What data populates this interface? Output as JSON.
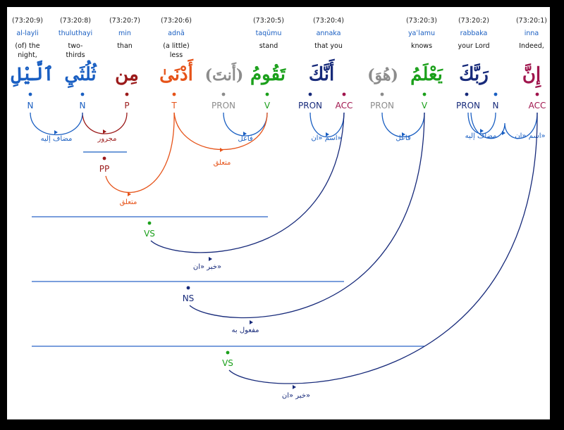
{
  "colors": {
    "green": "#1ba01b",
    "blue": "#1a5fc2",
    "navy": "#172a7a",
    "crimson": "#a0154d",
    "darkred": "#9b1a1a",
    "orange": "#e65319",
    "gray": "#8c8c8c",
    "line_blue": "#2a63c8"
  },
  "words": [
    {
      "ref": "(73:20:1)",
      "translit": "inna",
      "gloss": "Indeed,",
      "gloss2": "",
      "arabic": "إِنَّ",
      "arabic_color": "crimson"
    },
    {
      "ref": "(73:20:2)",
      "translit": "rabbaka",
      "gloss": "your Lord",
      "gloss2": "",
      "arabic": "رَبَّكَ",
      "arabic_color": "blue"
    },
    {
      "ref": "(73:20:3)",
      "translit": "yaʿlamu",
      "gloss": "knows",
      "gloss2": "",
      "arabic": "يَعْلَمُ",
      "arabic_color": "green"
    },
    {
      "ref": "(73:20:4)",
      "translit": "annaka",
      "gloss": "that you",
      "gloss2": "",
      "arabic": "أَنَّكَ",
      "arabic_color": "navy"
    },
    {
      "ref": "(73:20:5)",
      "translit": "taqūmu",
      "gloss": "stand",
      "gloss2": "",
      "arabic": "تَقُومُ",
      "arabic_color": "green"
    },
    {
      "ref": "(73:20:6)",
      "translit": "adnā",
      "gloss": "(a little)",
      "gloss2": "less",
      "arabic": "أَدْنَىٰ",
      "arabic_color": "orange"
    },
    {
      "ref": "(73:20:7)",
      "translit": "min",
      "gloss": "than",
      "gloss2": "",
      "arabic": "مِن",
      "arabic_color": "darkred"
    },
    {
      "ref": "(73:20:8)",
      "translit": "thuluthayi",
      "gloss": "two-",
      "gloss2": "thirds",
      "arabic": "ثُلُثَيِ",
      "arabic_color": "blue"
    },
    {
      "ref": "(73:20:9)",
      "translit": "al-layli",
      "gloss": "(of) the",
      "gloss2": "night,",
      "arabic": "ٱلَّيْلِ",
      "arabic_color": "blue"
    }
  ],
  "hidden_pronouns": [
    {
      "arabic": "(هُوَ)",
      "tag": "PRON"
    },
    {
      "arabic": "(أَنتَ)",
      "tag": "PRON"
    }
  ],
  "tags": [
    {
      "label": "ACC",
      "color": "crimson"
    },
    {
      "label": "N",
      "color": "blue"
    },
    {
      "label": "PRON",
      "color": "navy"
    },
    {
      "label": "V",
      "color": "green"
    },
    {
      "label": "PRON",
      "color": "gray"
    },
    {
      "label": "ACC",
      "color": "crimson"
    },
    {
      "label": "PRON",
      "color": "navy"
    },
    {
      "label": "V",
      "color": "green"
    },
    {
      "label": "PRON",
      "color": "gray"
    },
    {
      "label": "T",
      "color": "orange"
    },
    {
      "label": "P",
      "color": "darkred"
    },
    {
      "label": "N",
      "color": "blue"
    },
    {
      "label": "N",
      "color": "blue"
    }
  ],
  "relations": {
    "ism_inna": "اسم «ان»",
    "mudaf_ilayh_1": "مضاف إليه",
    "fail_1": "فاعل",
    "ism_anna": "اسم «ان»",
    "fail_2": "فاعل",
    "mutaalliq_1": "متعلق",
    "majrur": "مجرور",
    "mudaf_ilayh_2": "مضاف إليه",
    "mutaalliq_2": "متعلق",
    "khabar_anna": "خبر «ان»",
    "mafool_bihi": "مفعول به",
    "khabar_inna": "خبر «ان»"
  },
  "phrase_nodes": [
    {
      "label": "PP",
      "color": "darkred"
    },
    {
      "label": "VS",
      "color": "green"
    },
    {
      "label": "NS",
      "color": "navy"
    },
    {
      "label": "VS",
      "color": "green"
    }
  ]
}
